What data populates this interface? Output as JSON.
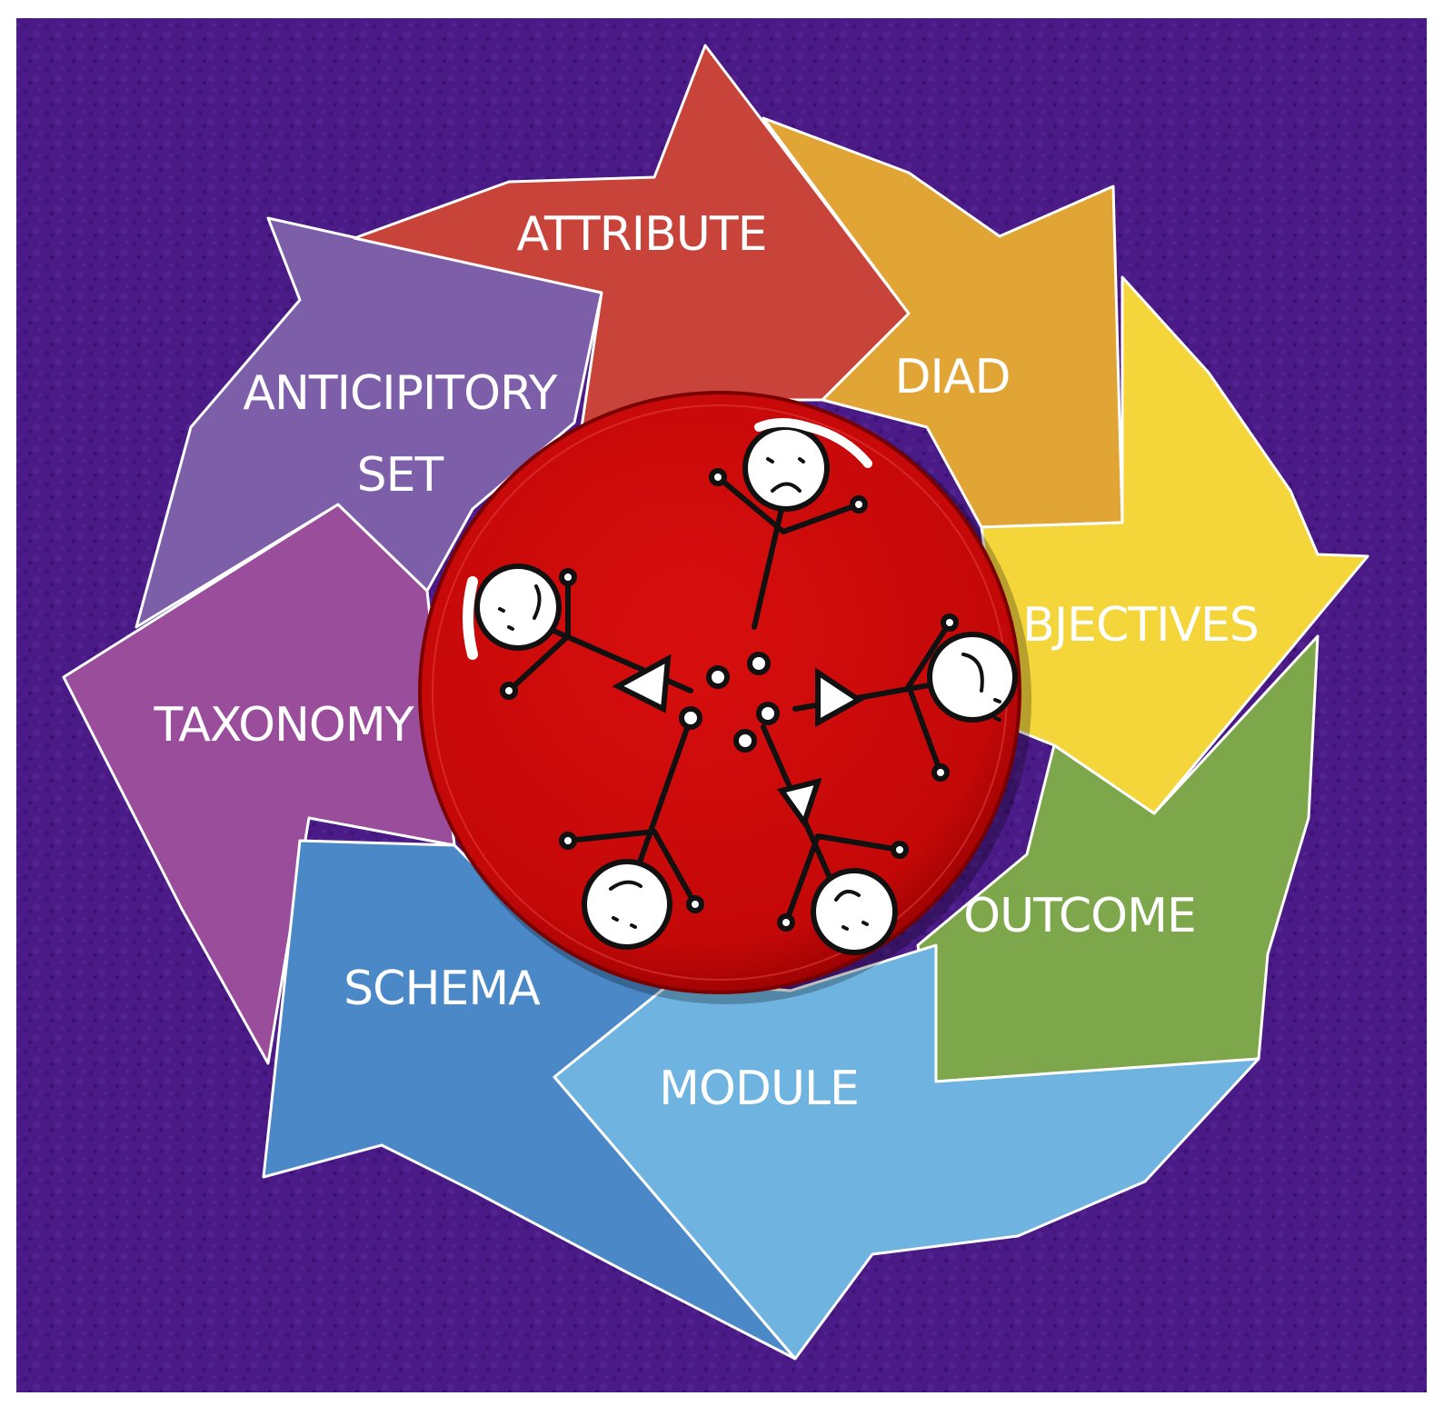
{
  "colors": {
    "background": "#4a1a86",
    "background_dark": "#3a1070",
    "ring_red": "#c8443a",
    "ring_orange": "#e1a535",
    "ring_yellow": "#f4d63b",
    "ring_green": "#7ea64a",
    "ring_lightblue": "#6fb4e1",
    "ring_blue": "#4a88c7",
    "ring_magenta": "#9a4d9a",
    "ring_violet": "#7d5ea9",
    "hub_red": "#cc0a0a",
    "hub_edge": "#9a0000"
  },
  "diagram": {
    "steps": [
      {
        "id": "attribute",
        "label": "ATTRIBUTE",
        "color": "#c8443a"
      },
      {
        "id": "diad",
        "label": "DIAD",
        "color": "#e1a535"
      },
      {
        "id": "objectives",
        "label": "BJECTIVES",
        "color": "#f4d63b"
      },
      {
        "id": "outcome",
        "label": "OUTCOME",
        "color": "#7ea64a"
      },
      {
        "id": "module",
        "label": "MODULE",
        "color": "#6fb4e1"
      },
      {
        "id": "schema",
        "label": "SCHEMA",
        "color": "#4a88c7"
      },
      {
        "id": "taxonomy",
        "label": "TAXONOMY",
        "color": "#9a4d9a"
      },
      {
        "id": "anticipitory-set",
        "label_line1": "ANTICIPITORY",
        "label_line2": "SET",
        "color": "#7d5ea9"
      }
    ],
    "hub": {
      "figures_icon": "five-stick-figures-holding-hands-icon",
      "figure_count": 5
    }
  }
}
